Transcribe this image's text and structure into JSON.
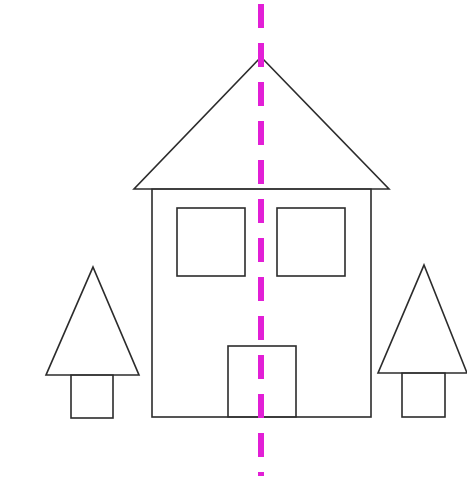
{
  "diagram": {
    "colors": {
      "background": "#ffffff",
      "outline": "#2b2b2b",
      "symmetry_axis": "#e21fd6"
    },
    "symmetry_axis": {
      "style": "dashed",
      "orientation": "vertical"
    },
    "shapes": [
      "house-roof",
      "house-body",
      "left-window",
      "right-window",
      "door",
      "left-tree",
      "right-tree"
    ]
  }
}
